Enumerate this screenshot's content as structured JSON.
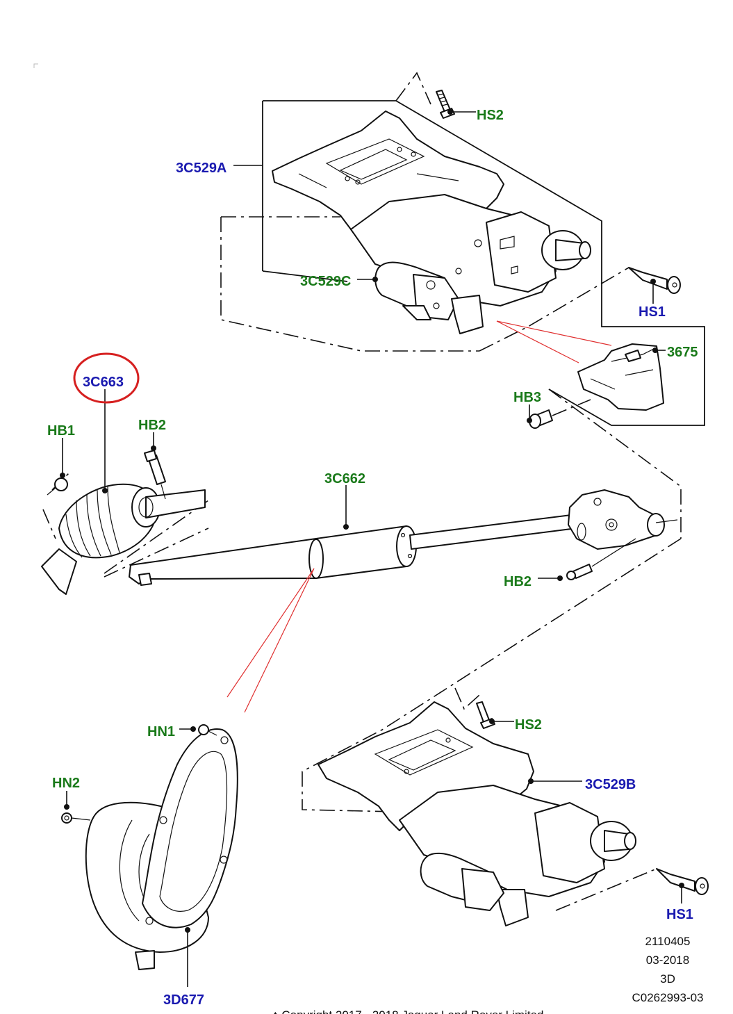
{
  "title": "Steering column assembly exploded view",
  "colors": {
    "green_label": "#1a7a1a",
    "blue_label": "#1a1ab0",
    "highlight_circle": "#d62020",
    "reference_lines": "#e03030"
  },
  "labels": {
    "hs2_top": {
      "text": "HS2",
      "color": "green"
    },
    "c529a": {
      "text": "3C529A",
      "color": "blue"
    },
    "c529c": {
      "text": "3C529C",
      "color": "green"
    },
    "hs1_top": {
      "text": "HS1",
      "color": "blue"
    },
    "p3675": {
      "text": "3675",
      "color": "green"
    },
    "hb3": {
      "text": "HB3",
      "color": "green"
    },
    "c663": {
      "text": "3C663",
      "color": "blue",
      "highlighted": true
    },
    "hb1": {
      "text": "HB1",
      "color": "green"
    },
    "hb2_left": {
      "text": "HB2",
      "color": "green"
    },
    "c662": {
      "text": "3C662",
      "color": "green"
    },
    "hb2_right": {
      "text": "HB2",
      "color": "green"
    },
    "hs2_bottom": {
      "text": "HS2",
      "color": "green"
    },
    "c529b": {
      "text": "3C529B",
      "color": "blue"
    },
    "hs1_bottom": {
      "text": "HS1",
      "color": "blue"
    },
    "hn1": {
      "text": "HN1",
      "color": "green"
    },
    "hn2": {
      "text": "HN2",
      "color": "green"
    },
    "d677": {
      "text": "3D677",
      "color": "blue"
    }
  },
  "reference_block": {
    "line1": "2110405",
    "line2": "03-2018",
    "line3": "3D",
    "line4": "C0262993-03"
  },
  "copyright": "♦ Copyright 2017 - 2018 Jaguar Land Rover Limited"
}
